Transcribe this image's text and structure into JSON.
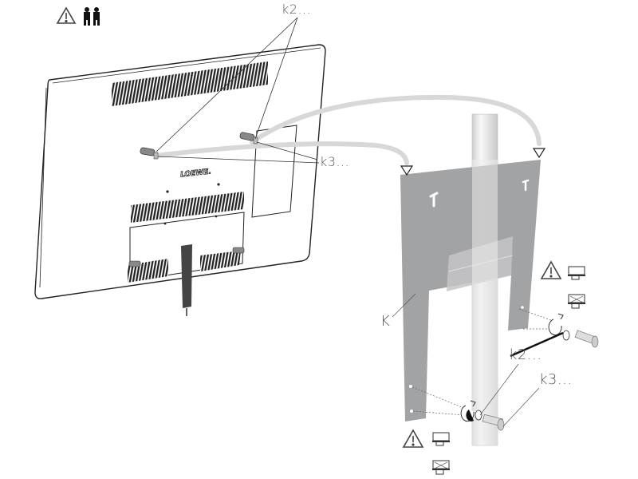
{
  "diagram": {
    "subject": "TV wall/pole mount installation",
    "brand_logo": "LOEWE.",
    "labels": {
      "k2_top": "k2...",
      "k3_top": "k3...",
      "K": "K",
      "k2_bottom": "k2...",
      "k3_bottom": "k3..."
    },
    "icons": [
      {
        "name": "warning-triangle-icon",
        "location": "top-left"
      },
      {
        "name": "two-persons-icon",
        "location": "top-left"
      },
      {
        "name": "warning-triangle-icon",
        "location": "right-middle"
      },
      {
        "name": "torque-tighten-icon",
        "location": "right-middle"
      },
      {
        "name": "torque-loosen-icon",
        "location": "right-middle"
      },
      {
        "name": "warning-triangle-icon",
        "location": "bottom"
      },
      {
        "name": "torque-tighten-icon",
        "location": "bottom"
      },
      {
        "name": "torque-loosen-icon",
        "location": "bottom"
      }
    ],
    "colors": {
      "bracket": "#9a9b9d",
      "pole": "#e8e8e8",
      "guide_path": "#d8d8d8",
      "line": "#222222",
      "label": "#555555"
    }
  }
}
